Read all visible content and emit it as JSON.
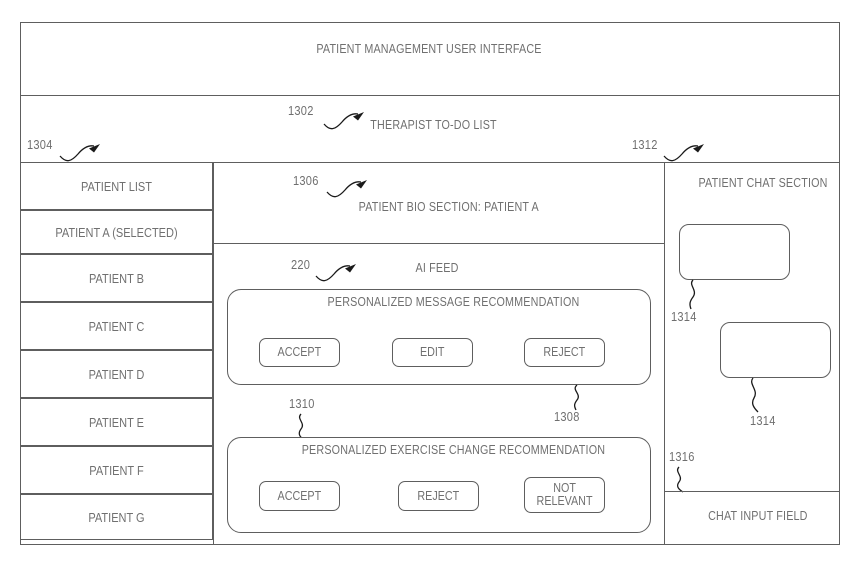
{
  "figure": {
    "title": "PATIENT MANAGEMENT USER INTERFACE",
    "subtitle": "THERAPIST TO-DO LIST"
  },
  "refs": {
    "r1302": "1302",
    "r1304": "1304",
    "r1312": "1312",
    "r1306": "1306",
    "r220": "220",
    "r1308": "1308",
    "r1310": "1310",
    "r1314a": "1314",
    "r1314b": "1314",
    "r1316": "1316"
  },
  "sidebar": {
    "header": "PATIENT LIST",
    "items": [
      {
        "label": "PATIENT A (SELECTED)"
      },
      {
        "label": "PATIENT B"
      },
      {
        "label": "PATIENT C"
      },
      {
        "label": "PATIENT D"
      },
      {
        "label": "PATIENT E"
      },
      {
        "label": "PATIENT F"
      },
      {
        "label": "PATIENT G"
      }
    ]
  },
  "main": {
    "bio_section_title": "PATIENT BIO SECTION: PATIENT A",
    "feed_title": "AI FEED",
    "cards": [
      {
        "title": "PERSONALIZED MESSAGE RECOMMENDATION",
        "buttons": [
          {
            "label": "ACCEPT"
          },
          {
            "label": "EDIT"
          },
          {
            "label": "REJECT"
          }
        ]
      },
      {
        "title": "PERSONALIZED EXERCISE CHANGE RECOMMENDATION",
        "buttons": [
          {
            "label": "ACCEPT"
          },
          {
            "label": "REJECT"
          },
          {
            "label": "NOT\nRELEVANT"
          }
        ]
      }
    ]
  },
  "chat": {
    "header": "PATIENT CHAT SECTION",
    "bubbles": [
      {
        "label": ""
      },
      {
        "label": ""
      }
    ],
    "input_field": "CHAT INPUT FIELD"
  },
  "colors": {
    "line": "#5e5e5e",
    "text": "#707070",
    "background": "#ffffff"
  }
}
